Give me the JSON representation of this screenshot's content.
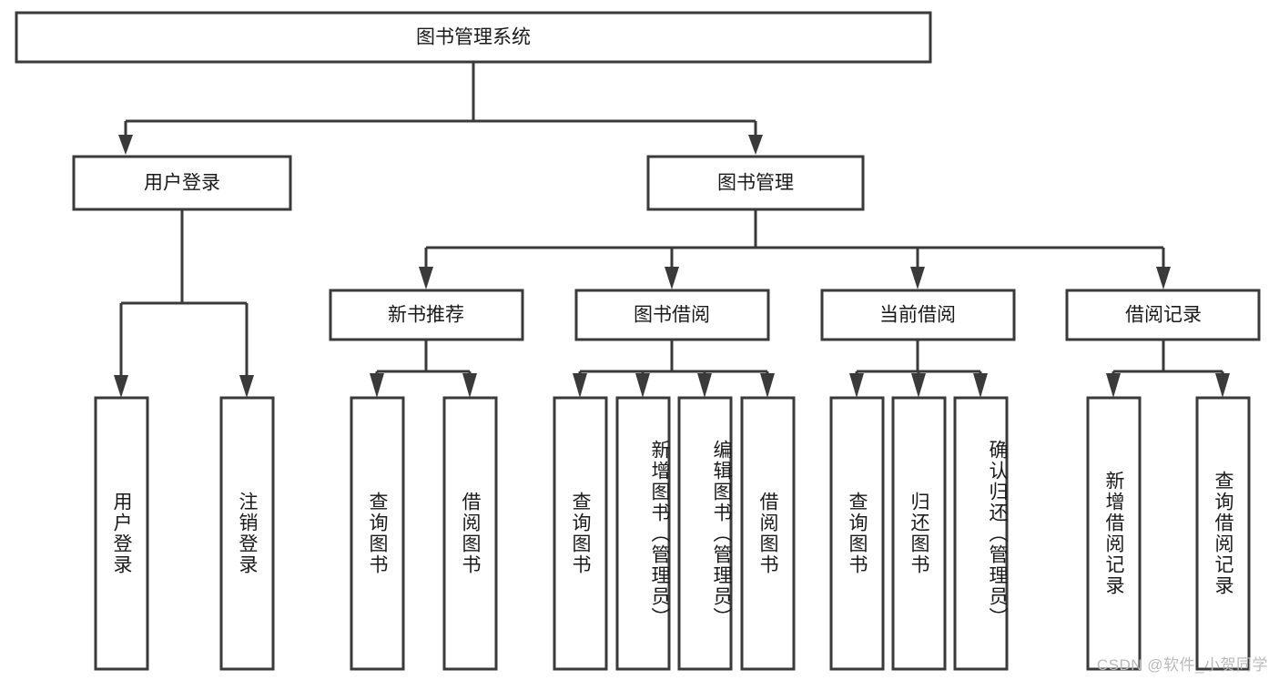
{
  "diagram": {
    "title": "图书管理系统",
    "type": "hierarchy-tree",
    "orientation": "top-down",
    "colors": {
      "background": "#ffffff",
      "box_fill": "#ffffff",
      "box_stroke": "#3a3a3a",
      "connector": "#3a3a3a",
      "text": "#1a1a1a",
      "watermark": "#b9b9b9"
    },
    "root": {
      "label": "图书管理系统",
      "level": 0
    },
    "level1": [
      {
        "label": "用户登录",
        "level": 1
      },
      {
        "label": "图书管理",
        "level": 1
      }
    ],
    "level2": [
      {
        "label": "新书推荐",
        "level": 2,
        "parent": "图书管理"
      },
      {
        "label": "图书借阅",
        "level": 2,
        "parent": "图书管理"
      },
      {
        "label": "当前借阅",
        "level": 2,
        "parent": "图书管理"
      },
      {
        "label": "借阅记录",
        "level": 2,
        "parent": "图书管理"
      }
    ],
    "leaves": {
      "user_login": [
        {
          "label": "用户登录"
        },
        {
          "label": "注销登录"
        }
      ],
      "new_book_recommend": [
        {
          "label": "查询图书"
        },
        {
          "label": "借阅图书"
        }
      ],
      "book_borrow": [
        {
          "label": "查询图书"
        },
        {
          "label": "新增图书（管理员）"
        },
        {
          "label": "编辑图书（管理员）"
        },
        {
          "label": "借阅图书"
        }
      ],
      "current_borrow": [
        {
          "label": "查询图书"
        },
        {
          "label": "归还图书"
        },
        {
          "label": "确认归还（管理员）"
        }
      ],
      "borrow_record": [
        {
          "label": "新增借阅记录"
        },
        {
          "label": "查询借阅记录"
        }
      ]
    },
    "watermark": "CSDN @软件_小贺同学"
  }
}
